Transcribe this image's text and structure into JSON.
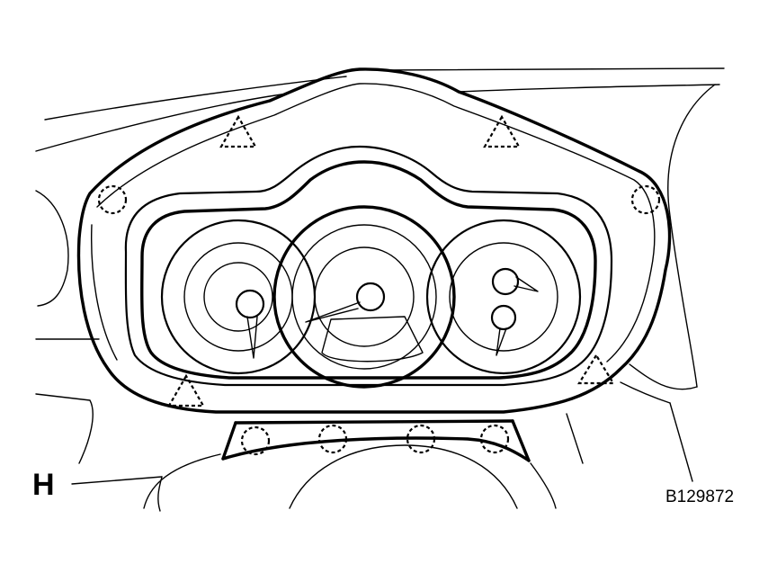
{
  "labels": {
    "view": "H",
    "figure_code": "B129872"
  },
  "markers": {
    "clip_symbol": "dashed-circle",
    "claw_symbol": "dashed-triangle",
    "clip_count": 6,
    "claw_count": 4
  },
  "colors": {
    "line": "#000000",
    "background": "#ffffff"
  }
}
